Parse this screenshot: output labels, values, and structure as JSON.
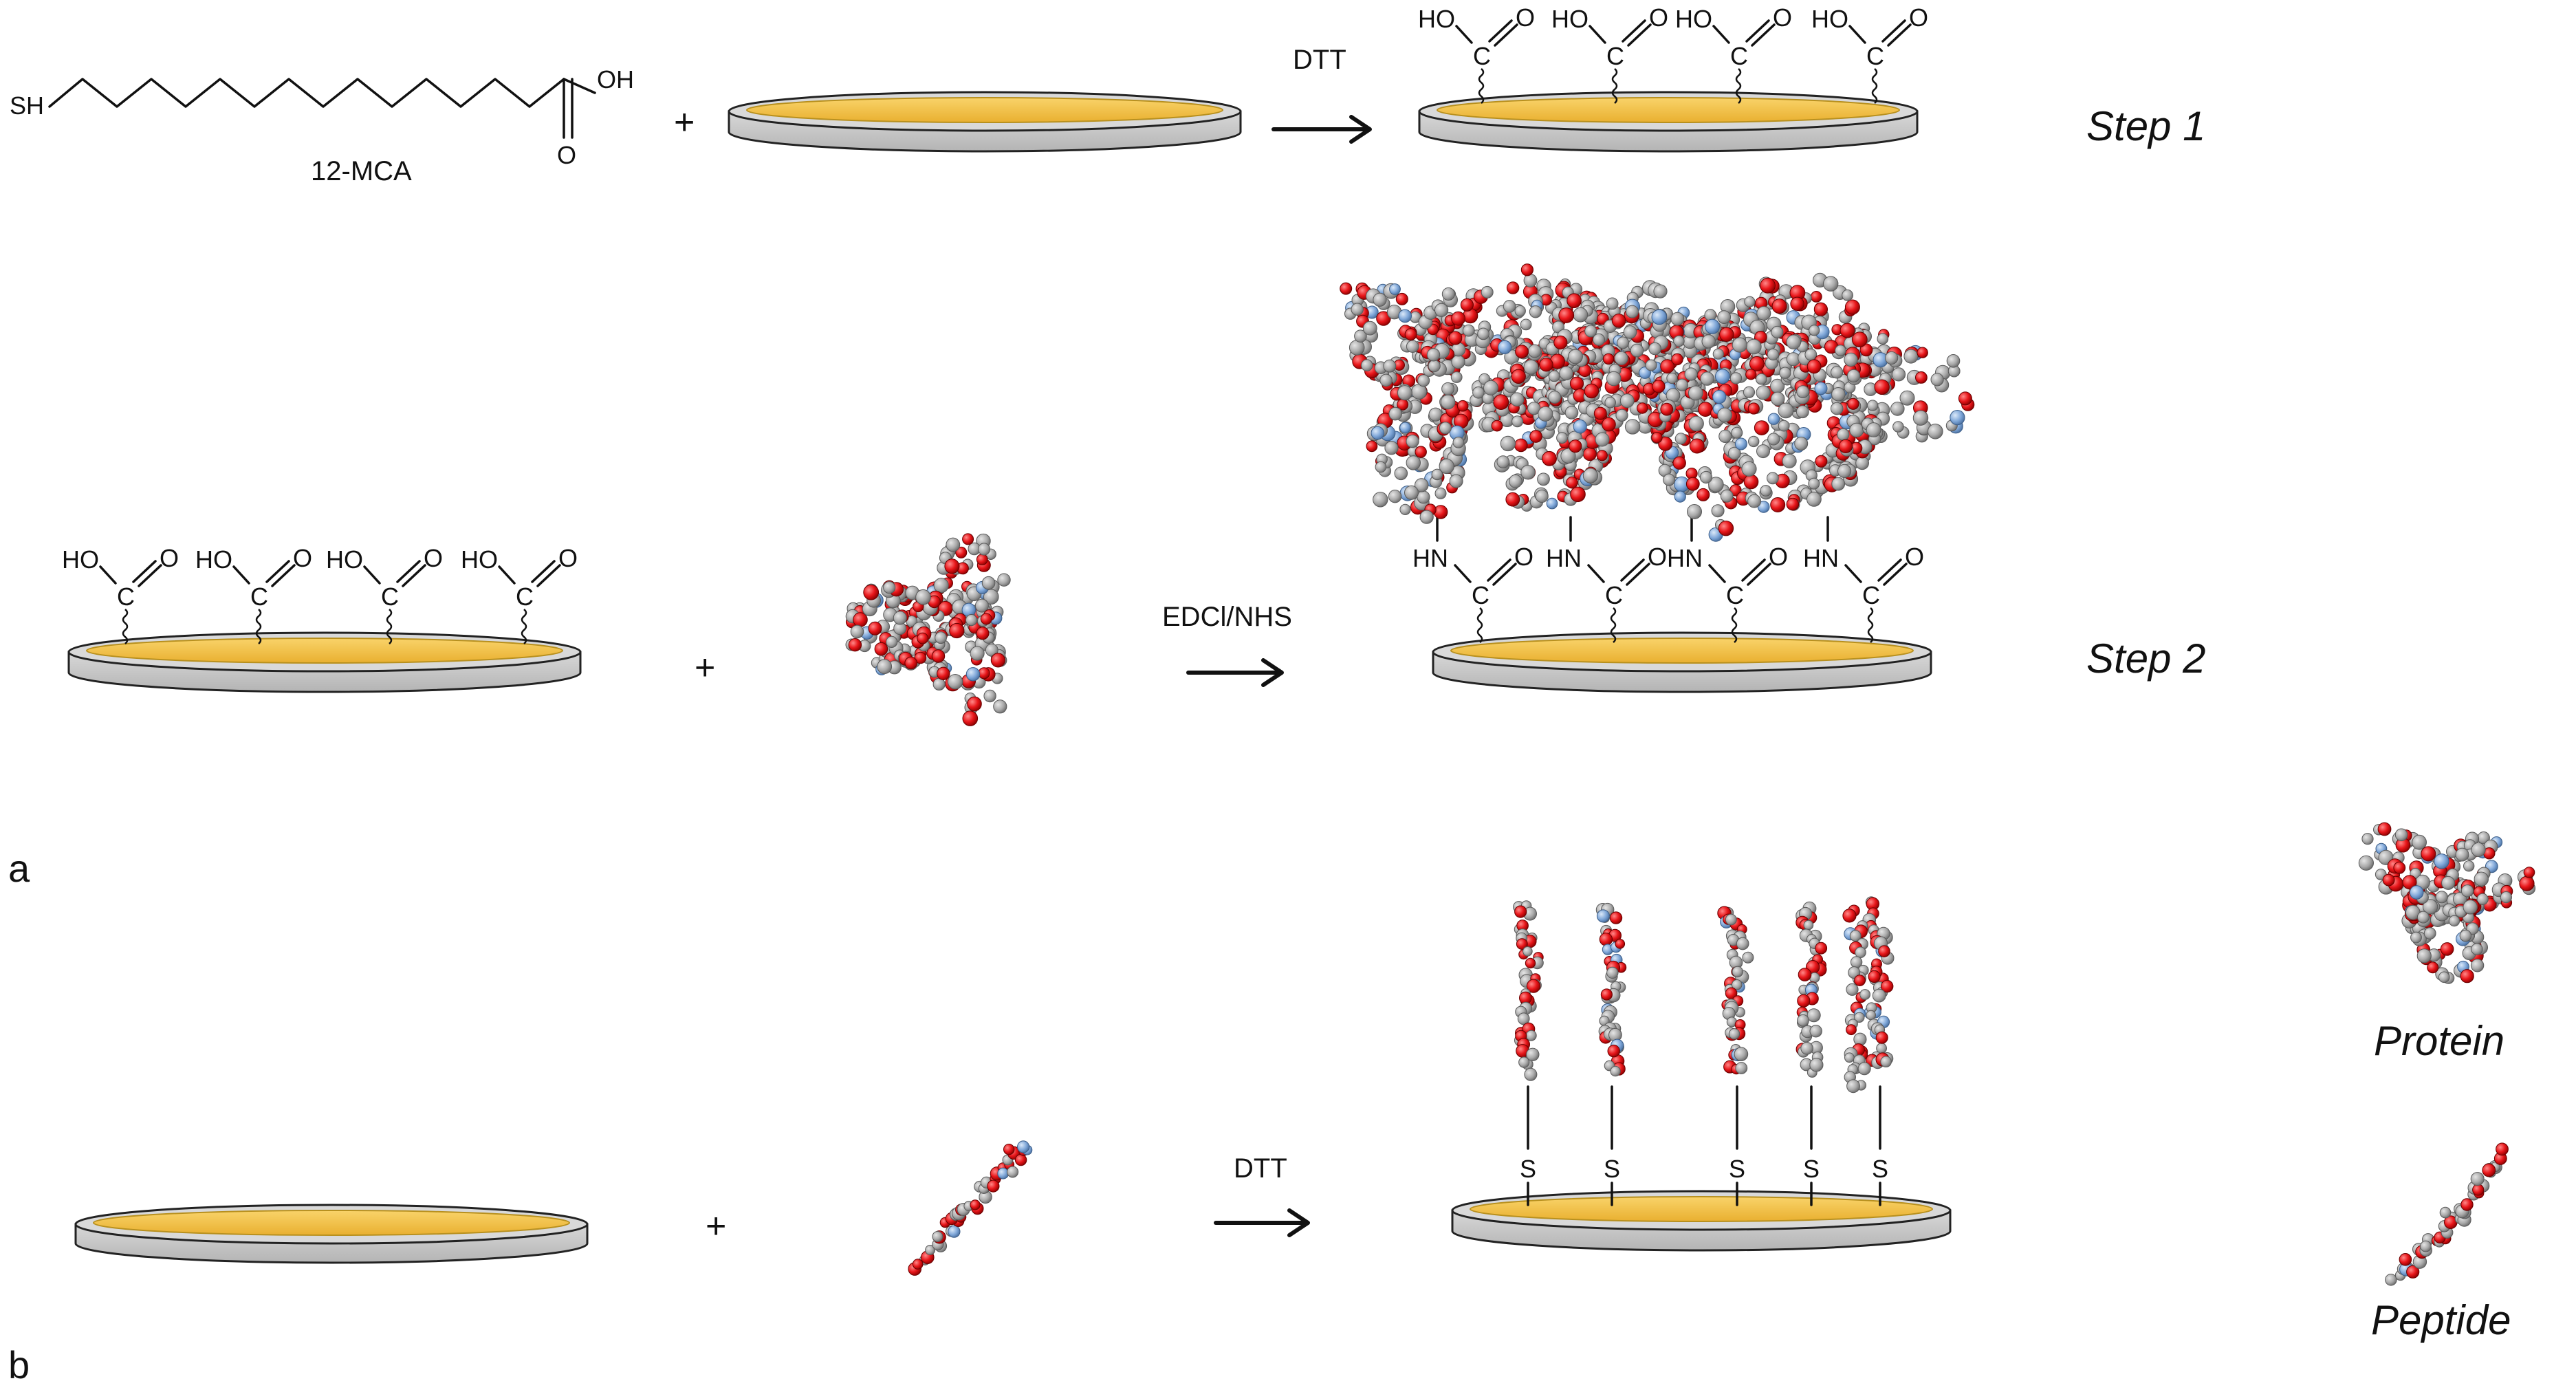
{
  "molecule": {
    "thiol": "SH",
    "acid_oh": "OH",
    "acid_o": "O",
    "name": "12-MCA"
  },
  "plus": "+",
  "reagents": {
    "step1": "DTT",
    "step2": "EDCl/NHS",
    "panel_b": "DTT"
  },
  "groups": {
    "cooh_ho": "HO",
    "c": "C",
    "o": "O",
    "amide_hn": "HN",
    "s": "S"
  },
  "steps": {
    "step1": "Step 1",
    "step2": "Step 2"
  },
  "panels": {
    "a": "a",
    "b": "b"
  },
  "legend": {
    "protein": "Protein",
    "peptide": "Peptide"
  },
  "colors": {
    "gold": "#F5C242",
    "gold_dark": "#C79A20",
    "disk_side": "#C8C8C8",
    "disk_edge": "#222222",
    "atom_oxygen": "#E8161A",
    "atom_carbon": "#A9A9A9",
    "atom_nitrogen": "#7EA6D8"
  }
}
